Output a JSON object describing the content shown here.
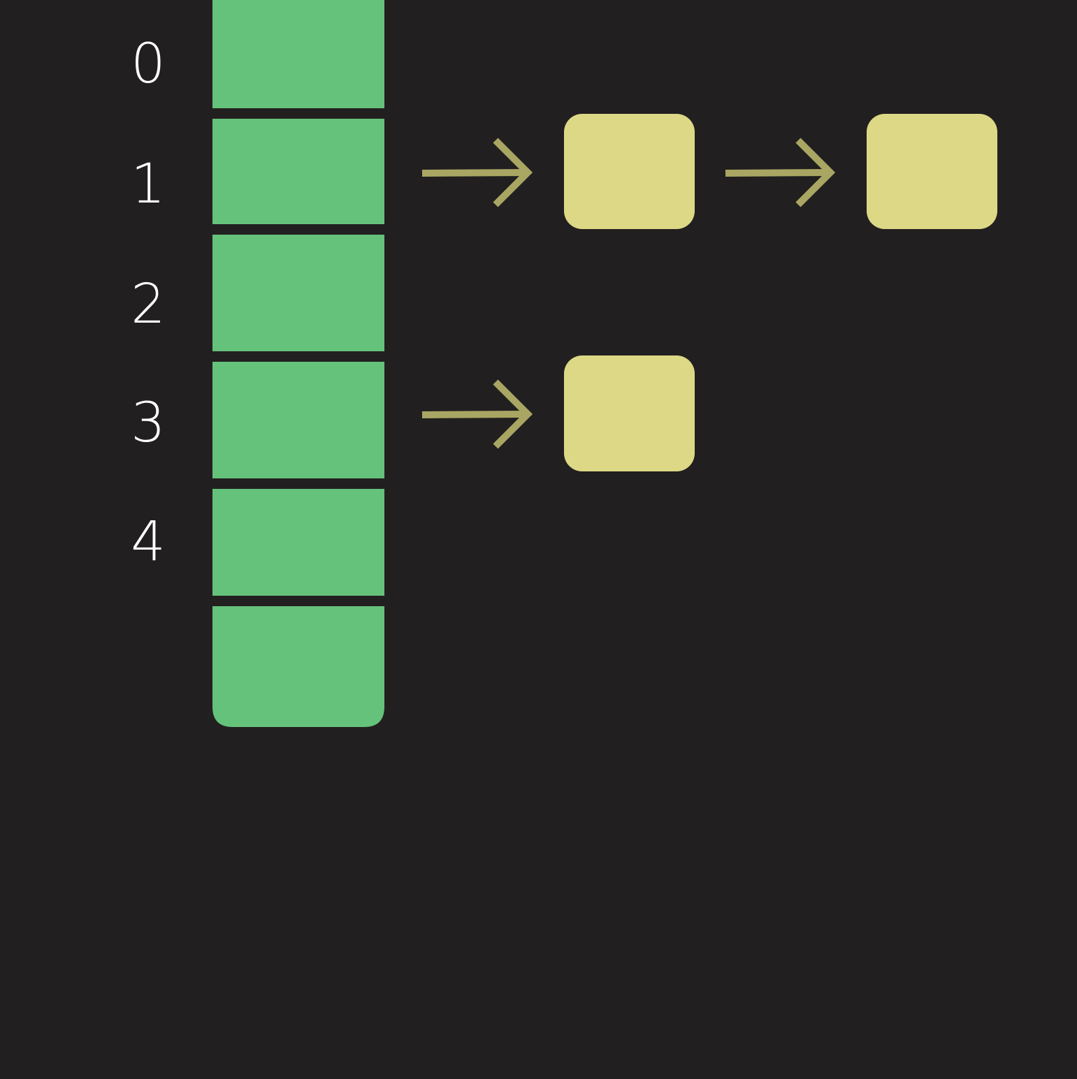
{
  "colors": {
    "background": "#221f20",
    "bucket_fill": "#65c27a",
    "node_fill": "#ddd886",
    "arrow_stroke": "#a9a663",
    "label_text": "#ffffff"
  },
  "hash_table": {
    "buckets": [
      {
        "index_label": "0",
        "chain_length": 0
      },
      {
        "index_label": "1",
        "chain_length": 2
      },
      {
        "index_label": "2",
        "chain_length": 0
      },
      {
        "index_label": "3",
        "chain_length": 1
      },
      {
        "index_label": "4",
        "chain_length": 0
      },
      {
        "index_label": "",
        "chain_length": 0
      }
    ]
  }
}
